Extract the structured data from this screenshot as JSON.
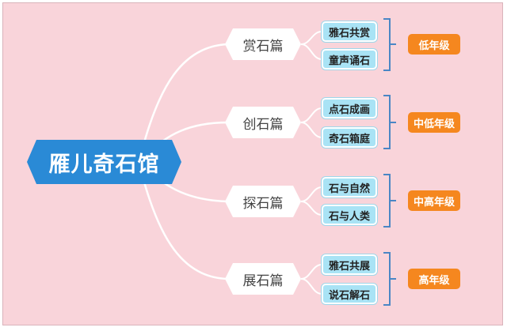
{
  "colors": {
    "background": "#f9d4da",
    "root": "#2a8ad6",
    "leaf": "#a9e3f5",
    "level": "#f5871f",
    "bracket": "#4a86c5",
    "link": "#ffffff"
  },
  "root": {
    "label": "雁儿奇石馆"
  },
  "chapters": [
    {
      "label": "赏石篇",
      "items": [
        "雅石共赏",
        "童声诵石"
      ],
      "level": "低年级"
    },
    {
      "label": "创石篇",
      "items": [
        "点石成画",
        "奇石箱庭"
      ],
      "level": "中低年级"
    },
    {
      "label": "探石篇",
      "items": [
        "石与自然",
        "石与人类"
      ],
      "level": "中高年级"
    },
    {
      "label": "展石篇",
      "items": [
        "雅石共展",
        "说石解石"
      ],
      "level": "高年级"
    }
  ]
}
